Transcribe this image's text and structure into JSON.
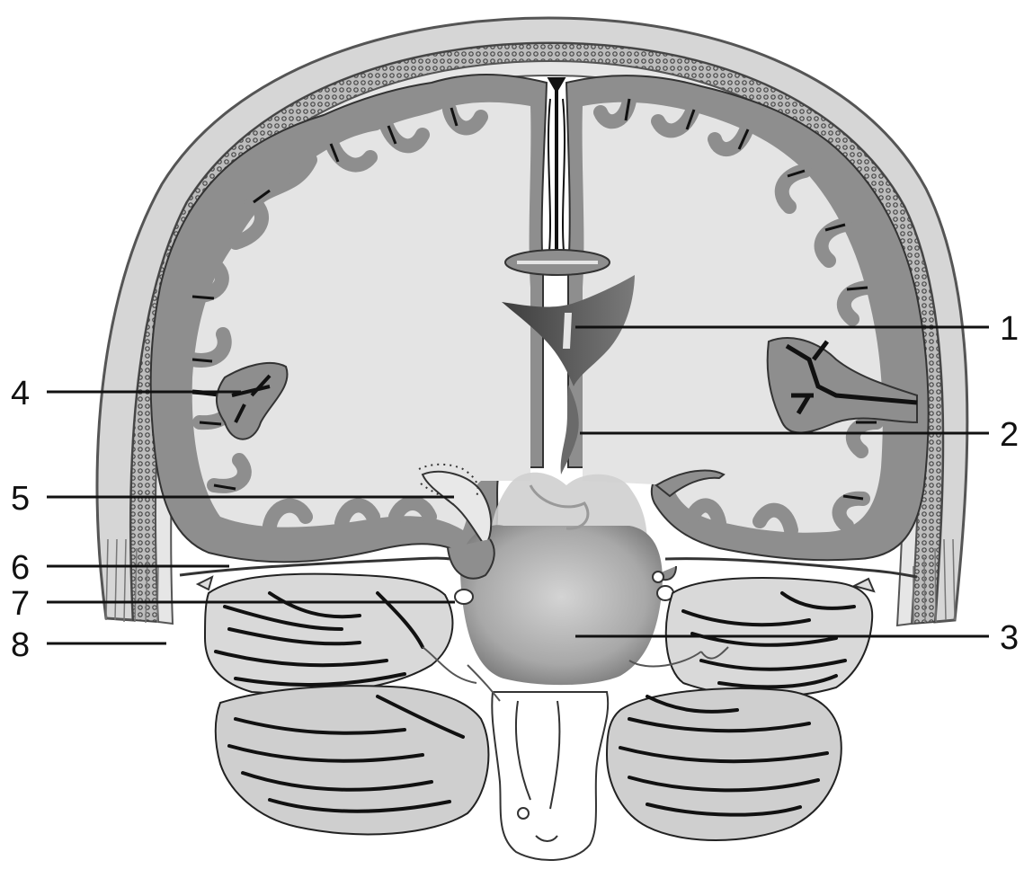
{
  "colors": {
    "bone": "#d9d9d9",
    "bone_edge": "#555555",
    "diploe": "#9a9a9a",
    "grey_matter": "#8e8e8e",
    "white_matter": "#e6e6e6",
    "sulcus": "#111111",
    "ventricle": "#5f5f5f",
    "brainstem": "#b8b8b8",
    "cerebellum": "#3a3a3a",
    "cerebellum_light": "#e8e8e8",
    "line": "#111111"
  },
  "labels": [
    {
      "id": "1",
      "text": "1",
      "side": "right",
      "target": "lateral-ventricle"
    },
    {
      "id": "2",
      "text": "2",
      "side": "right",
      "target": "third-ventricle"
    },
    {
      "id": "3",
      "text": "3",
      "side": "right",
      "target": "brainstem"
    },
    {
      "id": "4",
      "text": "4",
      "side": "left",
      "target": "lateral-sulcus"
    },
    {
      "id": "5",
      "text": "5",
      "side": "left",
      "target": "hippocampus"
    },
    {
      "id": "6",
      "text": "6",
      "side": "left",
      "target": "tentorium"
    },
    {
      "id": "7",
      "text": "7",
      "side": "left",
      "target": "posterior-cerebral-artery"
    },
    {
      "id": "8",
      "text": "8",
      "side": "left",
      "target": "skull"
    }
  ]
}
